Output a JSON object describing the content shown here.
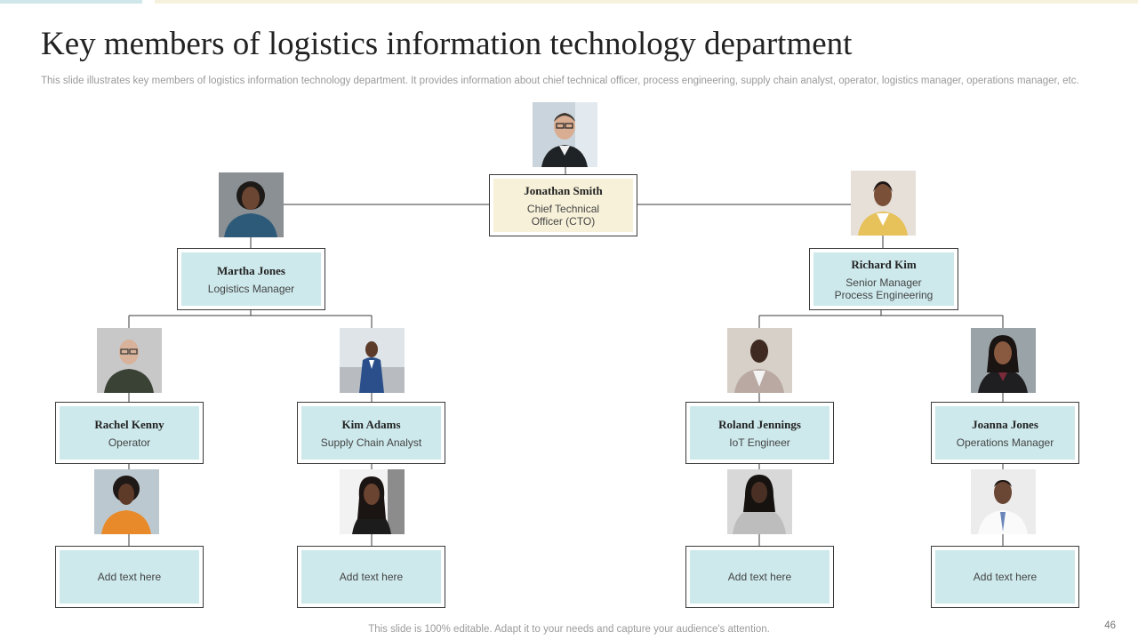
{
  "slide": {
    "title": "Key members of logistics information technology department",
    "subtitle": "This slide illustrates key members of logistics information technology department. It provides information about chief technical officer, process engineering, supply chain analyst, operator, logistics manager, operations manager, etc.",
    "footer": "This slide is 100% editable. Adapt it to your needs and capture your audience's attention.",
    "page_number": "46"
  },
  "members": {
    "cto": {
      "name": "Jonathan Smith",
      "role": "Chief Technical\nOfficer (CTO)"
    },
    "logistics_manager": {
      "name": "Martha Jones",
      "role": "Logistics Manager"
    },
    "senior_manager": {
      "name": "Richard Kim",
      "role": "Senior Manager\nProcess Engineering"
    },
    "operator": {
      "name": "Rachel Kenny",
      "role": "Operator"
    },
    "supply_chain_analyst": {
      "name": "Kim Adams",
      "role": "Supply Chain Analyst"
    },
    "iot_engineer": {
      "name": "Roland Jennings",
      "role": "IoT Engineer"
    },
    "operations_manager": {
      "name": "Joanna Jones",
      "role": "Operations Manager"
    }
  },
  "placeholders": {
    "p1": "Add text here",
    "p2": "Add text here",
    "p3": "Add text here",
    "p4": "Add text here"
  },
  "colors": {
    "box_fill": "#cde9ec",
    "cto_fill": "#f7f1d9",
    "border": "#3a3a3a"
  }
}
